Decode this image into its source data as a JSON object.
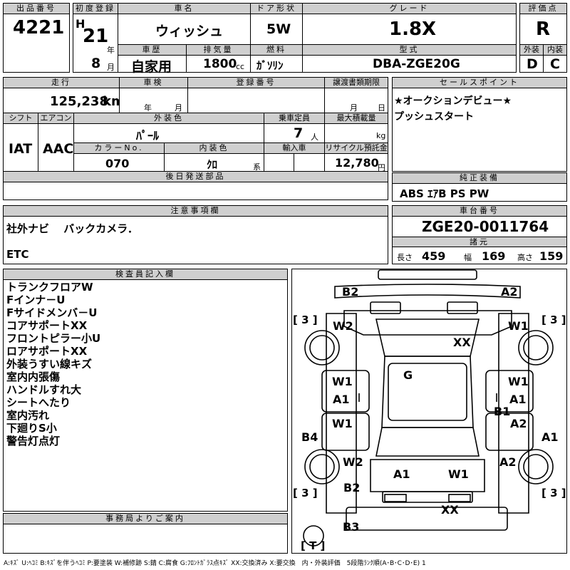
{
  "header": {
    "lot_label": "出品番号",
    "lot": "4221",
    "first_reg_label": "初度登録",
    "era": "H",
    "year": "21",
    "year_unit": "年",
    "month": "8",
    "month_unit": "月",
    "car_name_label": "車名",
    "car_name": "ウィッシュ",
    "door_label": "ドア形状",
    "door": "5W",
    "grade_label": "グレード",
    "grade": "1.8X",
    "score_label": "評価点",
    "score": "R",
    "history_label": "車歴",
    "history": "自家用",
    "displacement_label": "排気量",
    "displacement": "1800",
    "displacement_unit": "cc",
    "fuel_label": "燃料",
    "fuel": "ｶﾞｿﾘﾝ",
    "model_label": "型式",
    "model": "DBA-ZGE20G",
    "ext_label": "外装",
    "ext_grade": "D",
    "int_label": "内装",
    "int_grade": "C"
  },
  "details": {
    "mileage_label": "走行",
    "mileage": "125,238",
    "mileage_unit": "km",
    "inspection_label": "車検",
    "insp_year_unit": "年",
    "insp_month_unit": "月",
    "reg_no_label": "登録番号",
    "transfer_label": "譲渡書類期限",
    "transfer_month_unit": "月",
    "transfer_day_unit": "日",
    "shift_label": "シフト",
    "shift": "IAT",
    "ac_label": "エアコン",
    "ac": "AAC",
    "color_label": "外装色",
    "color": "ﾊﾟｰﾙ",
    "capacity_label": "乗車定員",
    "capacity": "7",
    "capacity_unit": "人",
    "load_label": "最大積載量",
    "load_unit": "kg",
    "color_no_label": "カラーNo.",
    "color_no": "070",
    "interior_color_label": "内装色",
    "interior_color": "ｸﾛ",
    "interior_color_unit": "系",
    "import_label": "輸入車",
    "recycle_label": "リサイクル預託金",
    "recycle": "12,780",
    "recycle_unit": "円",
    "later_parts_label": "後日発送部品"
  },
  "sales_points": {
    "label": "セールスポイント",
    "lines": [
      "★オークションデビュー★",
      "プッシュスタート"
    ]
  },
  "equipment": {
    "label": "純正装備",
    "value": "ABS ｴｱB PS PW"
  },
  "notes": {
    "label": "注意事項欄",
    "line1": "社外ナビ　 バックカメラ．",
    "line2": "ETC"
  },
  "chassis": {
    "label": "車台番号",
    "value": "ZGE20-0011764",
    "spec_label": "諸元",
    "length_label": "長さ",
    "length": "459",
    "width_label": "幅",
    "width": "169",
    "height_label": "高さ",
    "height": "159"
  },
  "inspector": {
    "label": "検査員記入欄",
    "remarks": [
      "トランクフロアW",
      "Fインナ－U",
      "Fサイドメンバ－U",
      "コアサポートXX",
      "フロントピラー小U",
      "ロアサポートXX",
      "外装うすい線キズ",
      "室内内張傷",
      "ハンドルすれ大",
      "シートへたり",
      "室内汚れ",
      "下廻りS小",
      "警告灯点灯"
    ]
  },
  "office": {
    "label": "事務局よりご案内"
  },
  "diagram": {
    "marks": {
      "b2_top": "B2",
      "a2_top": "A2",
      "tire_lt": "[ 3 ]",
      "tire_rt": "[ 3 ]",
      "w2_left": "W2",
      "w1_right_top": "W1",
      "xx_roof": "XX",
      "g": "G",
      "w1_left": "W1",
      "w1_right": "W1",
      "a1_left": "A1",
      "a1_right": "A1",
      "b1_right": "B1",
      "w1_left_low": "W1",
      "a2_right": "A2",
      "b4_left": "B4",
      "a1_far_right": "A1",
      "w2_left_low": "W2",
      "a2_right_low": "A2",
      "a1_bottom": "A1",
      "w1_bottom": "W1",
      "b2_bottom": "B2",
      "tire_lb": "[ 3 ]",
      "tire_rb": "[ 3 ]",
      "xx_bottom": "XX",
      "b3": "B3",
      "t": "[ T ]"
    }
  },
  "legend": "A:ｷｽﾞ U:ﾍｺﾐ B:ｷｽﾞを伴うﾍｺﾐ P:要塗装 W:補修跡 S:錆 C:腐食 G:ﾌﾛﾝﾄｶﾞﾗｽ点ｷｽﾞ XX:交換済み X:要交換　内・外装評価　5段階ﾗﾝｸ順(A･B･C･D･E) 1"
}
